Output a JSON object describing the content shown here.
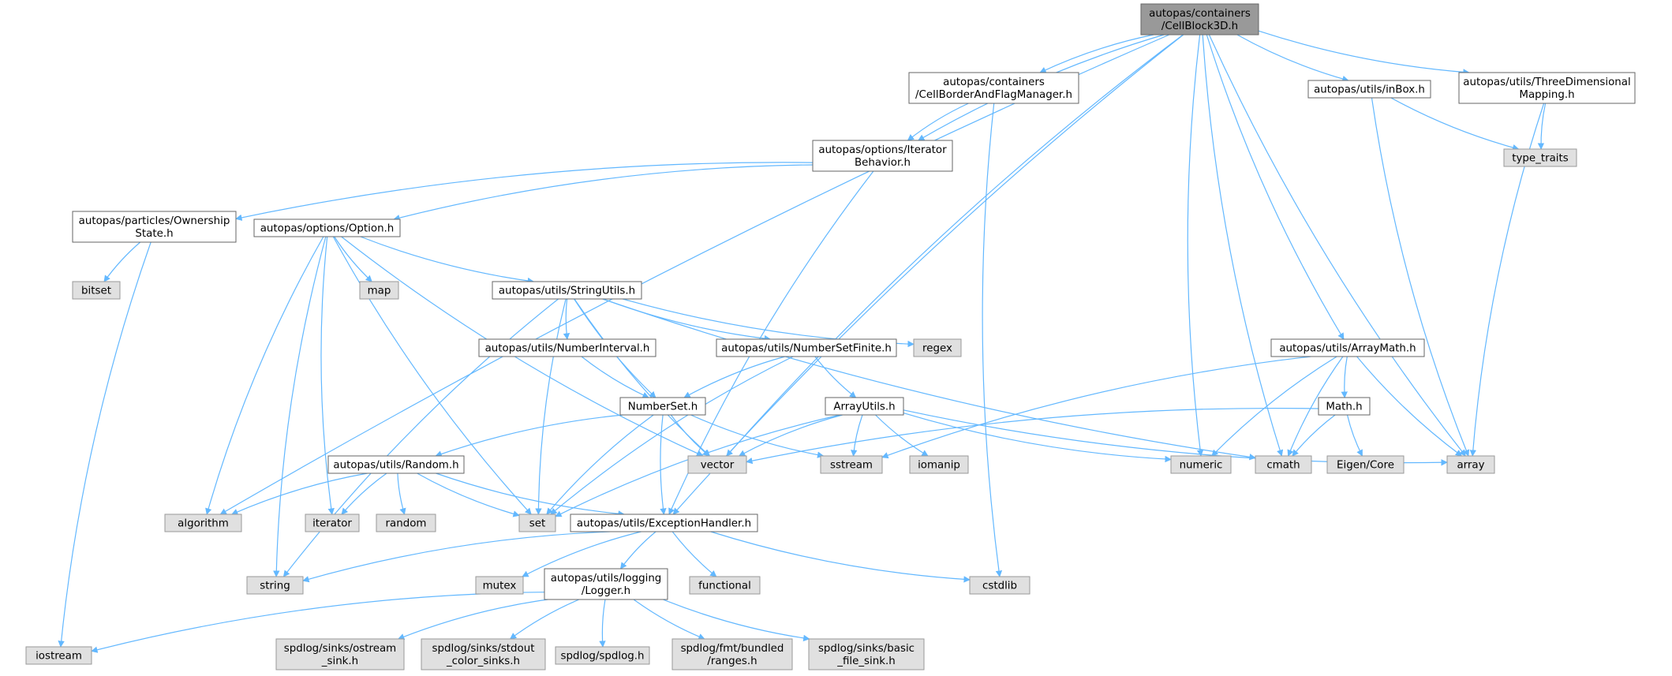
{
  "diagram": {
    "colors": {
      "edge": "#63b8ff",
      "root_fill": "#999999",
      "root_stroke": "#666666",
      "file_fill": "#ffffff",
      "file_stroke": "#666666",
      "system_fill": "#e0e0e0",
      "system_stroke": "#999999",
      "text": "#000000"
    },
    "nodes": [
      {
        "id": "root",
        "kind": "root",
        "lines": [
          "autopas/containers",
          "/CellBlock3D.h"
        ]
      },
      {
        "id": "cellborder",
        "kind": "file",
        "lines": [
          "autopas/containers",
          "/CellBorderAndFlagManager.h"
        ]
      },
      {
        "id": "inbox",
        "kind": "file",
        "lines": [
          "autopas/utils/inBox.h"
        ]
      },
      {
        "id": "threedim",
        "kind": "file",
        "lines": [
          "autopas/utils/ThreeDimensional",
          "Mapping.h"
        ]
      },
      {
        "id": "typetraits",
        "kind": "system",
        "lines": [
          "type_traits"
        ]
      },
      {
        "id": "iterbeh",
        "kind": "file",
        "lines": [
          "autopas/options/Iterator",
          "Behavior.h"
        ]
      },
      {
        "id": "ownership",
        "kind": "file",
        "lines": [
          "autopas/particles/Ownership",
          "State.h"
        ]
      },
      {
        "id": "option",
        "kind": "file",
        "lines": [
          "autopas/options/Option.h"
        ]
      },
      {
        "id": "bitset",
        "kind": "system",
        "lines": [
          "bitset"
        ]
      },
      {
        "id": "map",
        "kind": "system",
        "lines": [
          "map"
        ]
      },
      {
        "id": "stringutils",
        "kind": "file",
        "lines": [
          "autopas/utils/StringUtils.h"
        ]
      },
      {
        "id": "regex",
        "kind": "system",
        "lines": [
          "regex"
        ]
      },
      {
        "id": "numinterval",
        "kind": "file",
        "lines": [
          "autopas/utils/NumberInterval.h"
        ]
      },
      {
        "id": "numsetfinite",
        "kind": "file",
        "lines": [
          "autopas/utils/NumberSetFinite.h"
        ]
      },
      {
        "id": "arraymath",
        "kind": "file",
        "lines": [
          "autopas/utils/ArrayMath.h"
        ]
      },
      {
        "id": "numberset",
        "kind": "file",
        "lines": [
          "NumberSet.h"
        ]
      },
      {
        "id": "arrayutils",
        "kind": "file",
        "lines": [
          "ArrayUtils.h"
        ]
      },
      {
        "id": "math",
        "kind": "file",
        "lines": [
          "Math.h"
        ]
      },
      {
        "id": "random_h",
        "kind": "file",
        "lines": [
          "autopas/utils/Random.h"
        ]
      },
      {
        "id": "vector",
        "kind": "system",
        "lines": [
          "vector"
        ]
      },
      {
        "id": "sstream",
        "kind": "system",
        "lines": [
          "sstream"
        ]
      },
      {
        "id": "iomanip",
        "kind": "system",
        "lines": [
          "iomanip"
        ]
      },
      {
        "id": "numeric",
        "kind": "system",
        "lines": [
          "numeric"
        ]
      },
      {
        "id": "cmath",
        "kind": "system",
        "lines": [
          "cmath"
        ]
      },
      {
        "id": "eigen",
        "kind": "system",
        "lines": [
          "Eigen/Core"
        ]
      },
      {
        "id": "array",
        "kind": "system",
        "lines": [
          "array"
        ]
      },
      {
        "id": "algorithm",
        "kind": "system",
        "lines": [
          "algorithm"
        ]
      },
      {
        "id": "iterator",
        "kind": "system",
        "lines": [
          "iterator"
        ]
      },
      {
        "id": "random",
        "kind": "system",
        "lines": [
          "random"
        ]
      },
      {
        "id": "set",
        "kind": "system",
        "lines": [
          "set"
        ]
      },
      {
        "id": "exhandler",
        "kind": "file",
        "lines": [
          "autopas/utils/ExceptionHandler.h"
        ]
      },
      {
        "id": "string",
        "kind": "system",
        "lines": [
          "string"
        ]
      },
      {
        "id": "mutex",
        "kind": "system",
        "lines": [
          "mutex"
        ]
      },
      {
        "id": "logger",
        "kind": "file",
        "lines": [
          "autopas/utils/logging",
          "/Logger.h"
        ]
      },
      {
        "id": "functional",
        "kind": "system",
        "lines": [
          "functional"
        ]
      },
      {
        "id": "cstdlib",
        "kind": "system",
        "lines": [
          "cstdlib"
        ]
      },
      {
        "id": "iostream",
        "kind": "system",
        "lines": [
          "iostream"
        ]
      },
      {
        "id": "ostream_sink",
        "kind": "system",
        "lines": [
          "spdlog/sinks/ostream",
          "_sink.h"
        ]
      },
      {
        "id": "stdout_sinks",
        "kind": "system",
        "lines": [
          "spdlog/sinks/stdout",
          "_color_sinks.h"
        ]
      },
      {
        "id": "spdlog",
        "kind": "system",
        "lines": [
          "spdlog/spdlog.h"
        ]
      },
      {
        "id": "fmt_ranges",
        "kind": "system",
        "lines": [
          "spdlog/fmt/bundled",
          "/ranges.h"
        ]
      },
      {
        "id": "basic_sink",
        "kind": "system",
        "lines": [
          "spdlog/sinks/basic",
          "_file_sink.h"
        ]
      }
    ],
    "edges": [
      [
        "root",
        "algorithm"
      ],
      [
        "root",
        "iterbeh"
      ],
      [
        "root",
        "cellborder"
      ],
      [
        "root",
        "vector"
      ],
      [
        "root",
        "exhandler"
      ],
      [
        "root",
        "numeric"
      ],
      [
        "root",
        "cmath"
      ],
      [
        "root",
        "arraymath"
      ],
      [
        "root",
        "inbox"
      ],
      [
        "root",
        "threedim"
      ],
      [
        "root",
        "array"
      ],
      [
        "cellborder",
        "iterbeh"
      ],
      [
        "cellborder",
        "cstdlib"
      ],
      [
        "inbox",
        "typetraits"
      ],
      [
        "inbox",
        "array"
      ],
      [
        "threedim",
        "typetraits"
      ],
      [
        "threedim",
        "array"
      ],
      [
        "iterbeh",
        "ownership"
      ],
      [
        "iterbeh",
        "option"
      ],
      [
        "iterbeh",
        "exhandler"
      ],
      [
        "ownership",
        "bitset"
      ],
      [
        "ownership",
        "iostream"
      ],
      [
        "option",
        "map"
      ],
      [
        "option",
        "stringutils"
      ],
      [
        "option",
        "algorithm"
      ],
      [
        "option",
        "string"
      ],
      [
        "option",
        "iterator"
      ],
      [
        "option",
        "set"
      ],
      [
        "option",
        "vector"
      ],
      [
        "stringutils",
        "regex"
      ],
      [
        "stringutils",
        "numinterval"
      ],
      [
        "stringutils",
        "numsetfinite"
      ],
      [
        "stringutils",
        "numberset"
      ],
      [
        "stringutils",
        "string"
      ],
      [
        "stringutils",
        "set"
      ],
      [
        "stringutils",
        "vector"
      ],
      [
        "stringutils",
        "cmath"
      ],
      [
        "numinterval",
        "numberset"
      ],
      [
        "numsetfinite",
        "numberset"
      ],
      [
        "numsetfinite",
        "arrayutils"
      ],
      [
        "numsetfinite",
        "set"
      ],
      [
        "numberset",
        "random_h"
      ],
      [
        "numberset",
        "vector"
      ],
      [
        "numberset",
        "set"
      ],
      [
        "numberset",
        "exhandler"
      ],
      [
        "numberset",
        "sstream"
      ],
      [
        "arrayutils",
        "vector"
      ],
      [
        "arrayutils",
        "sstream"
      ],
      [
        "arrayutils",
        "iomanip"
      ],
      [
        "arrayutils",
        "numeric"
      ],
      [
        "arrayutils",
        "array"
      ],
      [
        "arrayutils",
        "set"
      ],
      [
        "arraymath",
        "math"
      ],
      [
        "arraymath",
        "numeric"
      ],
      [
        "arraymath",
        "cmath"
      ],
      [
        "arraymath",
        "array"
      ],
      [
        "arraymath",
        "sstream"
      ],
      [
        "math",
        "cmath"
      ],
      [
        "math",
        "eigen"
      ],
      [
        "math",
        "vector"
      ],
      [
        "random_h",
        "algorithm"
      ],
      [
        "random_h",
        "iterator"
      ],
      [
        "random_h",
        "random"
      ],
      [
        "random_h",
        "set"
      ],
      [
        "random_h",
        "exhandler"
      ],
      [
        "exhandler",
        "string"
      ],
      [
        "exhandler",
        "mutex"
      ],
      [
        "exhandler",
        "logger"
      ],
      [
        "exhandler",
        "functional"
      ],
      [
        "exhandler",
        "cstdlib"
      ],
      [
        "logger",
        "iostream"
      ],
      [
        "logger",
        "ostream_sink"
      ],
      [
        "logger",
        "stdout_sinks"
      ],
      [
        "logger",
        "spdlog"
      ],
      [
        "logger",
        "fmt_ranges"
      ],
      [
        "logger",
        "basic_sink"
      ]
    ]
  }
}
